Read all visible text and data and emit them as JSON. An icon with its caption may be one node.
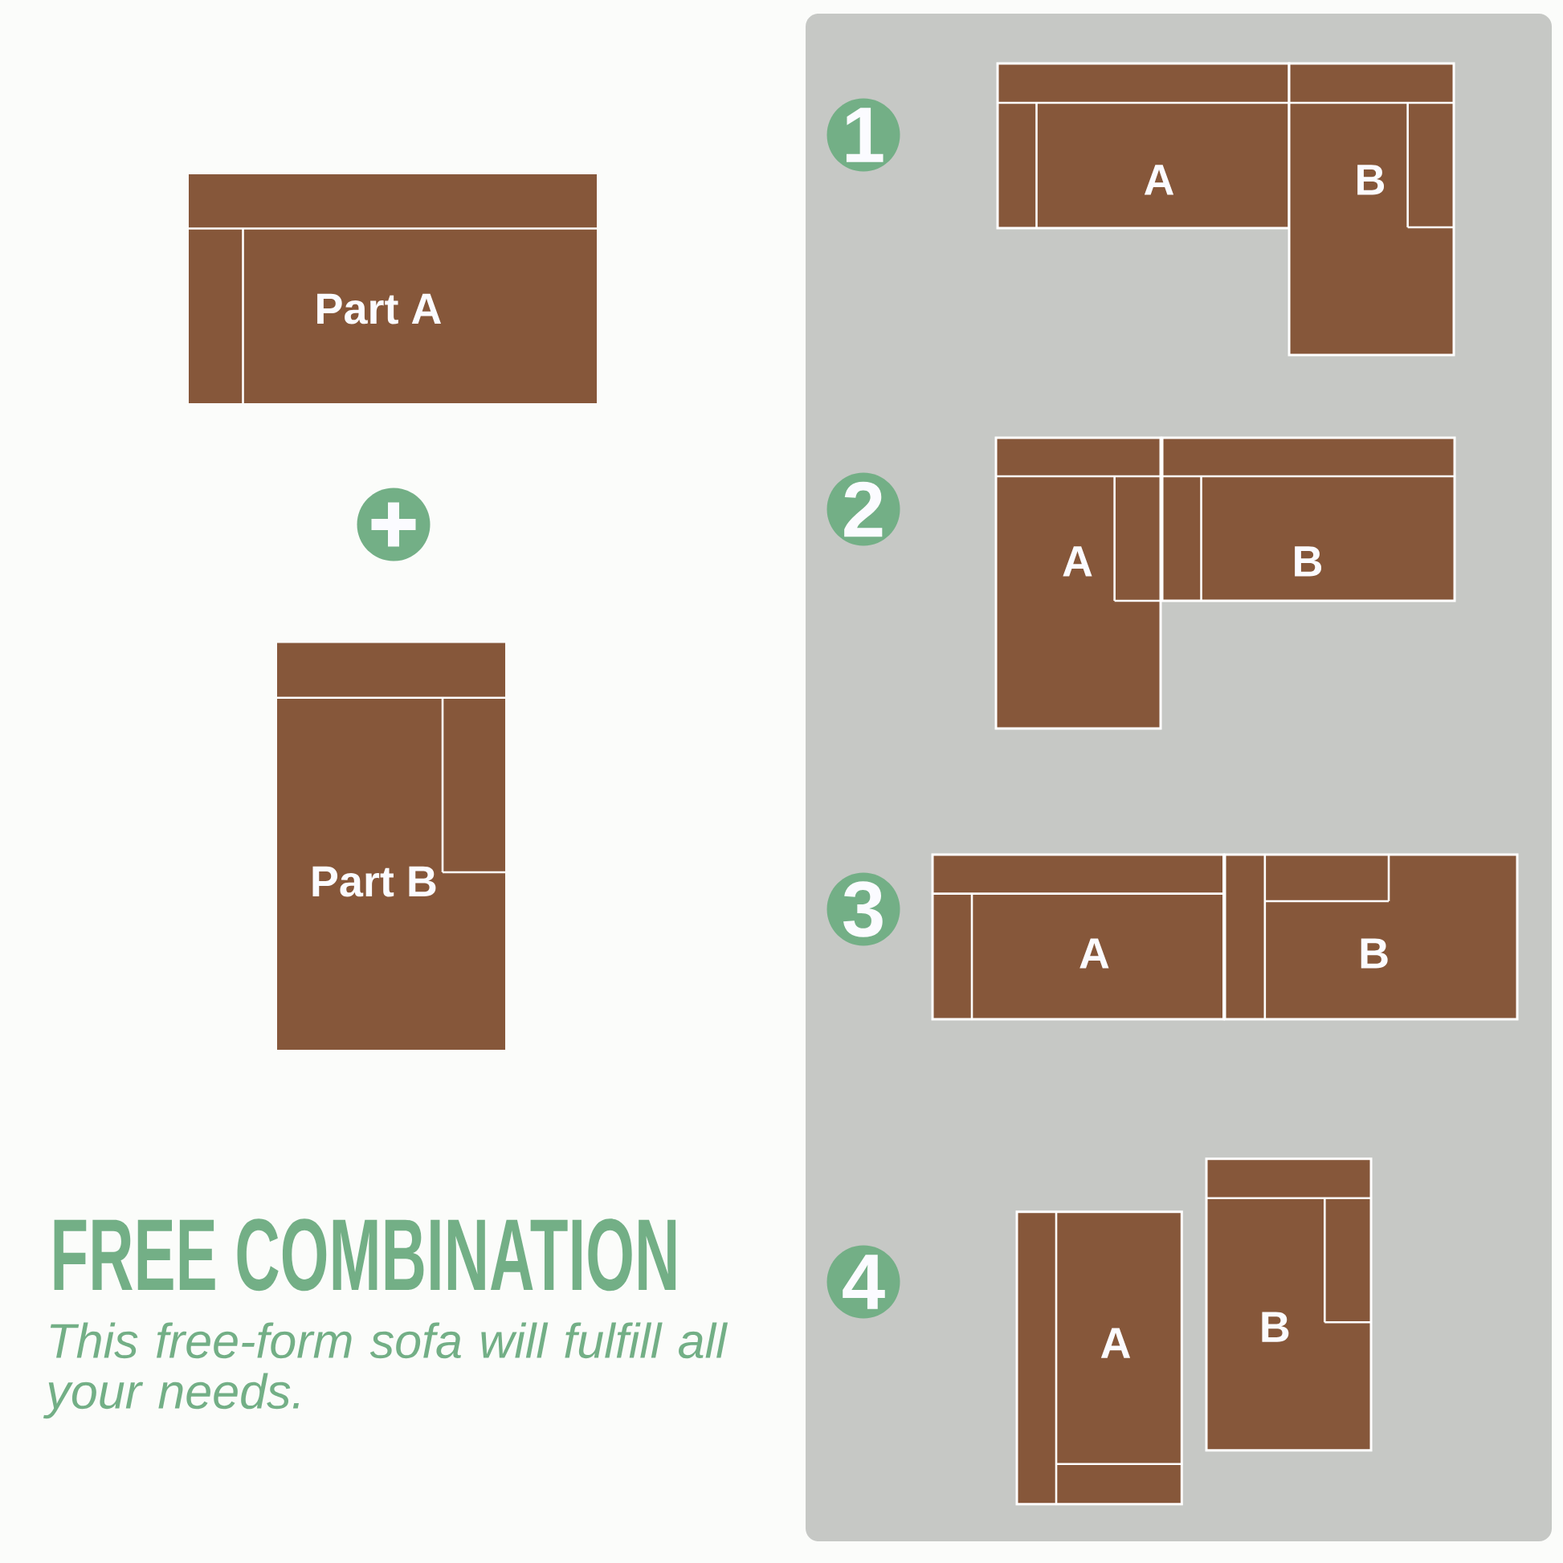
{
  "diagram": {
    "title": "FREE COMBINATION",
    "caption": "This free-form sofa will fulfill all your needs.",
    "nodes": [
      {
        "text": [
          "Part A"
        ]
      },
      {
        "text": [],
        "shape": "circle"
      },
      {
        "text": [
          "Part B"
        ]
      },
      {
        "text": [],
        "shape": "box"
      },
      {
        "text": [
          "1"
        ],
        "in": 3
      },
      {
        "text": [
          "A"
        ],
        "in": 3
      },
      {
        "text": [
          "B"
        ],
        "in": 3
      },
      {
        "text": [
          "2"
        ],
        "in": 3
      },
      {
        "text": [
          "A"
        ],
        "in": 3
      },
      {
        "text": [
          "B"
        ],
        "in": 3
      },
      {
        "text": [
          "3"
        ],
        "in": 3
      },
      {
        "text": [
          "A"
        ],
        "in": 3
      },
      {
        "text": [
          "B"
        ],
        "in": 3
      },
      {
        "text": [
          "4"
        ],
        "in": 3
      },
      {
        "text": [
          "A"
        ],
        "in": 3
      },
      {
        "text": [
          "B"
        ],
        "in": 3
      }
    ]
  }
}
